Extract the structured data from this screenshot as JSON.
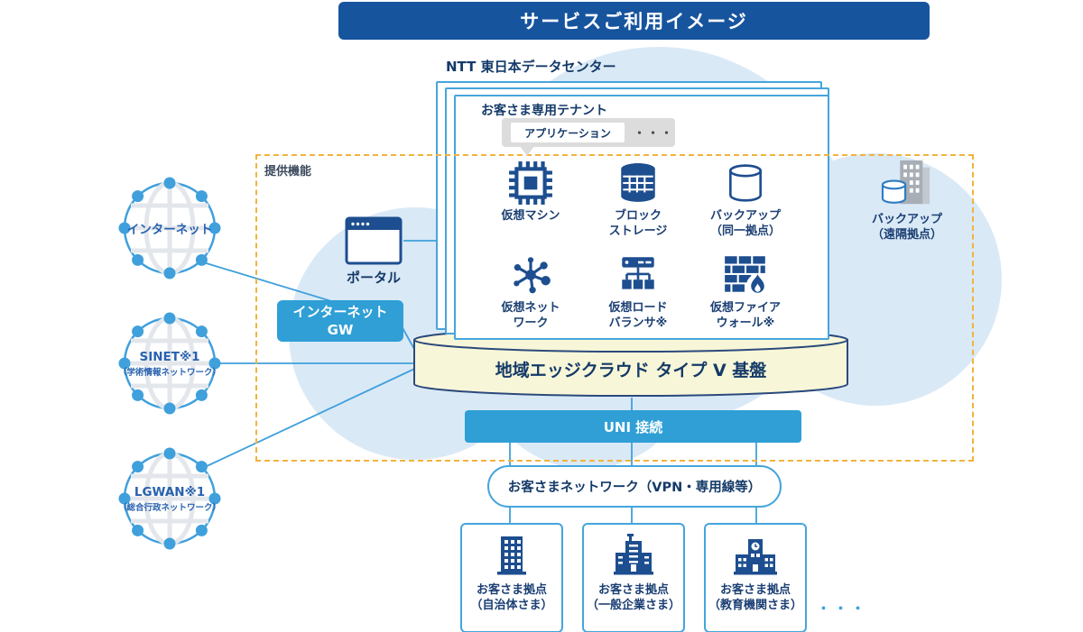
{
  "colors": {
    "banner_blue": "#17549e",
    "box_blue": "#2f9fd6",
    "line_blue": "#45a5dd",
    "icon_navy": "#1d4e8f",
    "dash_orange": "#f1b33c",
    "platform_cream": "#f8f6d8",
    "cloud_blue": "#dae9f6"
  },
  "header": {
    "title": "サービスご利用イメージ"
  },
  "datacenter": {
    "label": "NTT 東日本データセンター"
  },
  "tenant": {
    "label": "お客さま専用テナント",
    "application_label": "アプリケーション",
    "more_dots": "・・・"
  },
  "features_box": {
    "label": "提供機能"
  },
  "services": [
    {
      "name": "virtual-machine",
      "line1": "仮想マシン",
      "line2": ""
    },
    {
      "name": "block-storage",
      "line1": "ブロック",
      "line2": "ストレージ"
    },
    {
      "name": "backup-local",
      "line1": "バックアップ",
      "line2": "（同一拠点）"
    },
    {
      "name": "virtual-network",
      "line1": "仮想ネット",
      "line2": "ワーク"
    },
    {
      "name": "virtual-load-balancer",
      "line1": "仮想ロード",
      "line2": "バランサ※"
    },
    {
      "name": "virtual-firewall",
      "line1": "仮想ファイア",
      "line2": "ウォール※"
    }
  ],
  "remote_backup": {
    "line1": "バックアップ",
    "line2": "（遠隔拠点）"
  },
  "portal": {
    "label": "ポータル"
  },
  "internet_gw": {
    "line1": "インターネット",
    "line2": "GW"
  },
  "external_networks": [
    {
      "title": "インターネット",
      "subtitle": ""
    },
    {
      "title": "SINET※1",
      "subtitle": "（学術情報ネットワーク）"
    },
    {
      "title": "LGWAN※1",
      "subtitle": "（総合行政ネットワーク）"
    }
  ],
  "platform": {
    "label": "地域エッジクラウド タイプ V 基盤"
  },
  "uni": {
    "label": "UNI 接続"
  },
  "customer_network": {
    "label": "お客さまネットワーク（VPN・専用線等）"
  },
  "customer_sites": [
    {
      "line1": "お客さま拠点",
      "line2": "（自治体さま）"
    },
    {
      "line1": "お客さま拠点",
      "line2": "（一般企業さま）"
    },
    {
      "line1": "お客さま拠点",
      "line2": "（教育機関さま）"
    }
  ],
  "footer": {
    "more_dots": "・・・"
  }
}
